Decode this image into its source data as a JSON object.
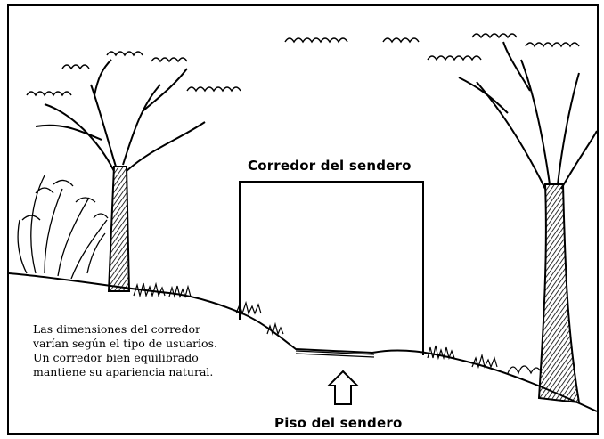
{
  "labels": {
    "corridor": "Corredor del sendero",
    "floor": "Piso del sendero"
  },
  "caption": {
    "lines": [
      "Las dimensiones del corredor",
      "varían según el tipo de usuarios.",
      "Un corredor bien equilibrado",
      "mantiene su apariencia natural."
    ]
  },
  "colors": {
    "ink": "#000000",
    "background": "#ffffff"
  }
}
